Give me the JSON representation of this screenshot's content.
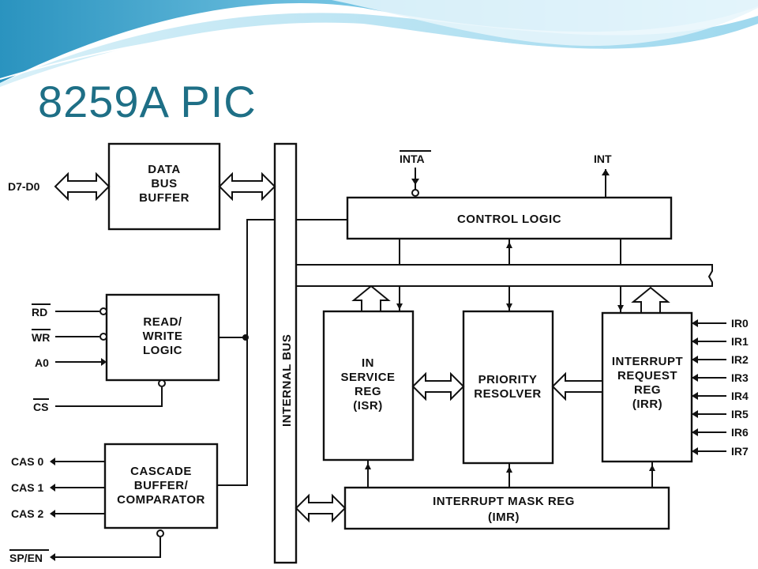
{
  "title": "8259A PIC",
  "blocks": {
    "data_bus_buffer": [
      "DATA",
      "BUS",
      "BUFFER"
    ],
    "read_write_logic": [
      "READ/",
      "WRITE",
      "LOGIC"
    ],
    "cascade_buffer": [
      "CASCADE",
      "BUFFER/",
      "COMPARATOR"
    ],
    "control_logic": "CONTROL LOGIC",
    "in_service_reg": [
      "IN",
      "SERVICE",
      "REG",
      "(ISR)"
    ],
    "priority_resolver": [
      "PRIORITY",
      "RESOLVER"
    ],
    "interrupt_request_reg": [
      "INTERRUPT",
      "REQUEST",
      "REG",
      "(IRR)"
    ],
    "interrupt_mask_reg": [
      "INTERRUPT MASK REG",
      "(IMR)"
    ]
  },
  "bus_label": "INTERNAL BUS",
  "signals": {
    "data": "D7-D0",
    "rd": "RD",
    "wr": "WR",
    "a0": "A0",
    "cs": "CS",
    "cas0": "CAS 0",
    "cas1": "CAS 1",
    "cas2": "CAS 2",
    "sp_en": "SP/EN",
    "inta": "INTA",
    "int": "INT",
    "ir": [
      "IR0",
      "IR1",
      "IR2",
      "IR3",
      "IR4",
      "IR5",
      "IR6",
      "IR7"
    ]
  },
  "colors": {
    "title": "#1e6f86",
    "wave_dark": "#2f9fc7",
    "wave_light": "#bfe6f4"
  }
}
